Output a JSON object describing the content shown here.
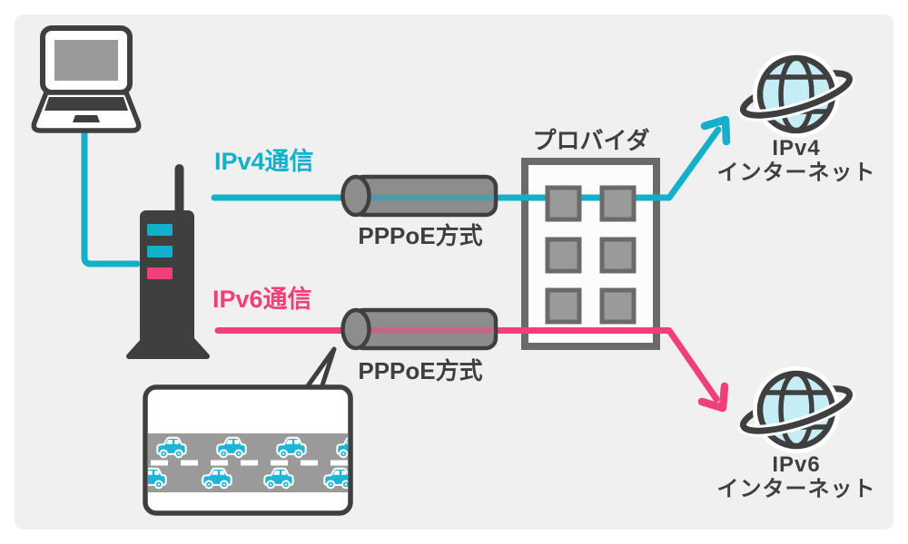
{
  "colors": {
    "ipv4_teal": "#12b0c9",
    "ipv6_pink": "#f0407a",
    "dark_gray": "#3f3f3f",
    "mid_gray": "#9a9a9a",
    "pipe_gray": "#8d8d8d",
    "background": "#f0f0f0",
    "globe_fill": "#c5edf6",
    "car_cyan": "#1db5d6"
  },
  "labels": {
    "ipv4_line": "IPv4通信",
    "ipv6_line": "IPv6通信",
    "pipe_ipv4": "PPPoE方式",
    "pipe_ipv6": "PPPoE方式",
    "provider": "プロバイダ",
    "ipv4_internet_line1": "IPv4",
    "ipv4_internet_line2": "インターネット",
    "ipv6_internet_line1": "IPv6",
    "ipv6_internet_line2": "インターネット"
  },
  "icons": [
    "laptop-icon",
    "router-icon",
    "cable-line",
    "ipv4-flow-arrow",
    "ipv6-flow-arrow",
    "pppoe-pipe-ipv4-icon",
    "pppoe-pipe-ipv6-icon",
    "provider-building-icon",
    "globe-ipv4-icon",
    "globe-ipv6-icon",
    "speech-bubble-icon",
    "traffic-jam-road-icon",
    "car-icon"
  ]
}
